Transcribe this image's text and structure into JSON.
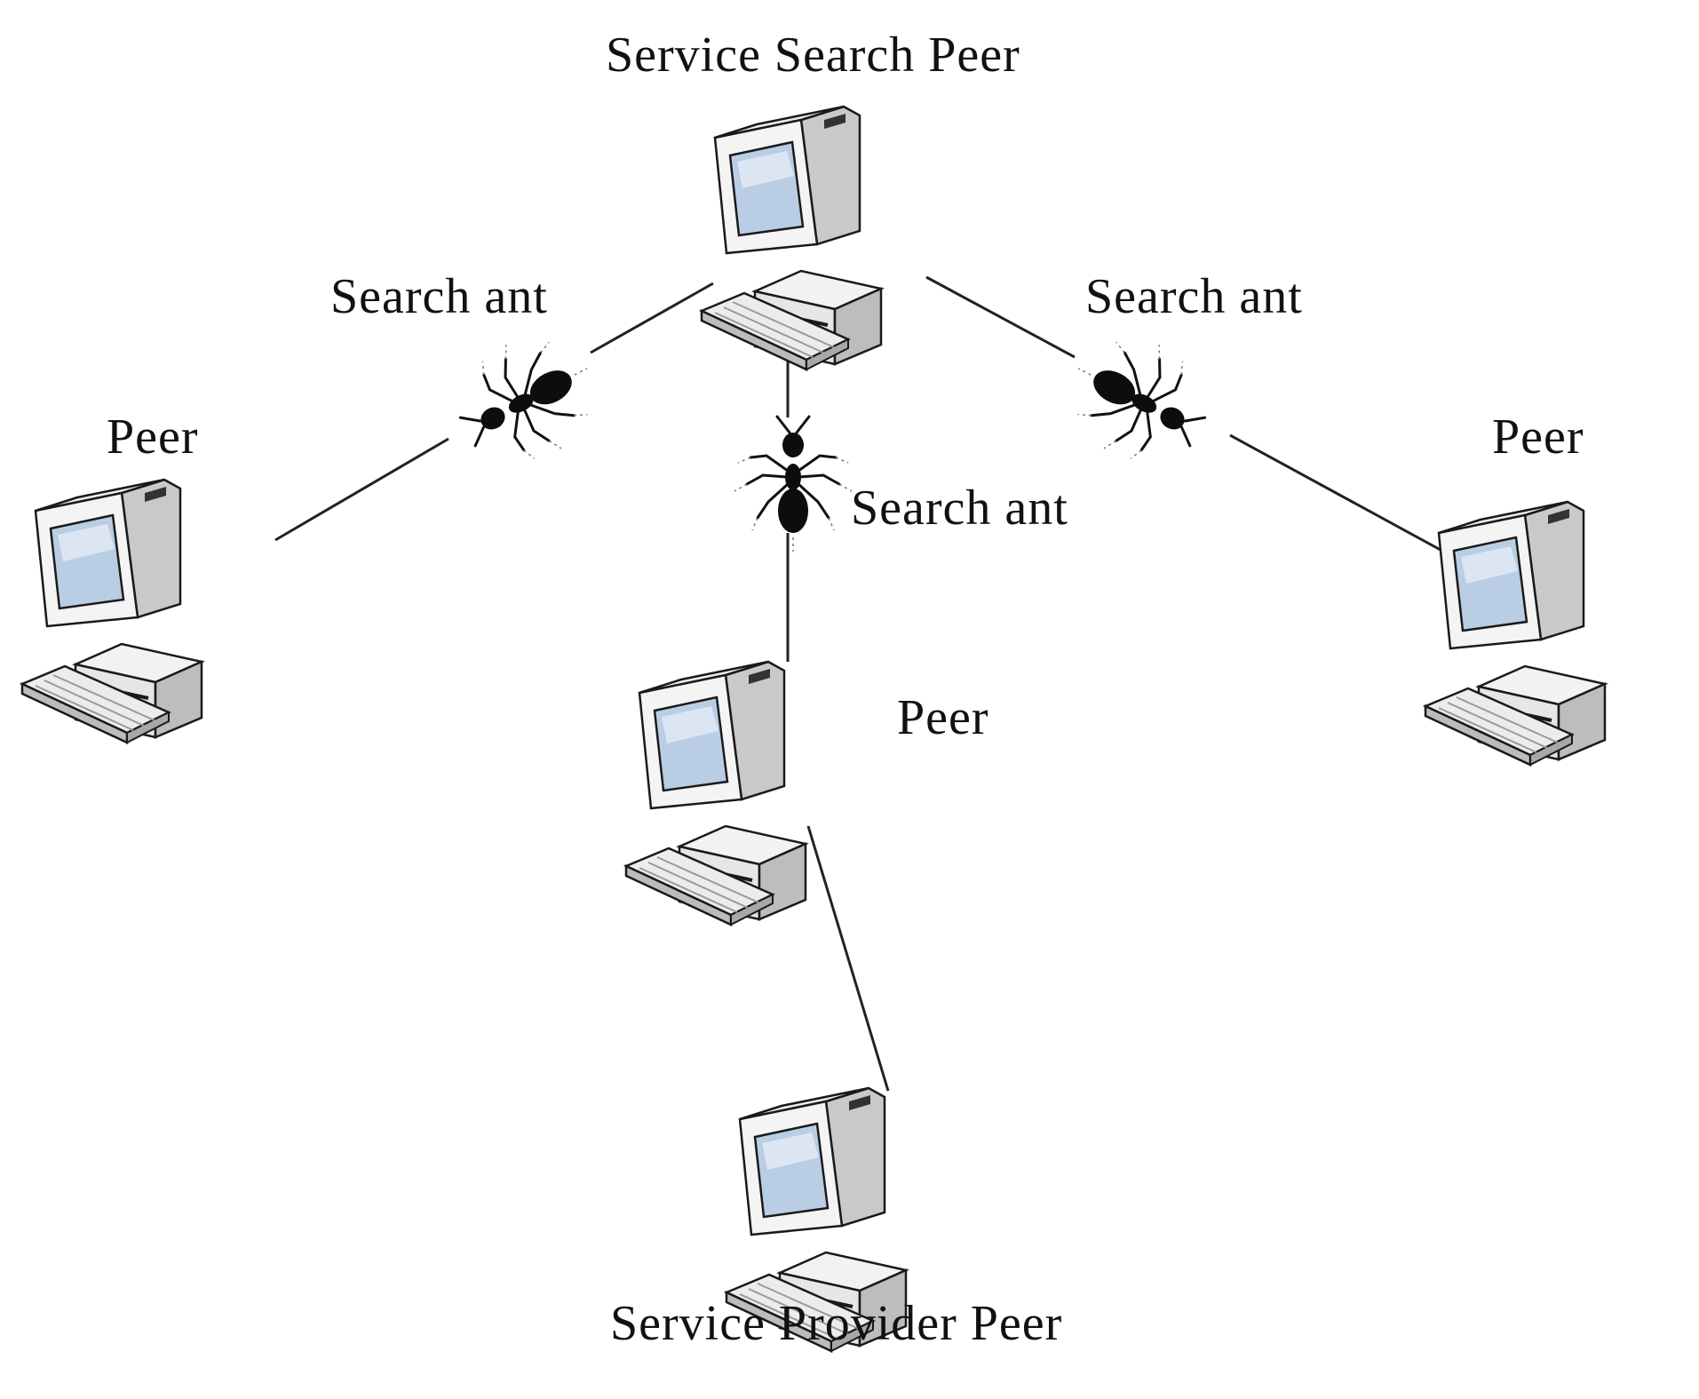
{
  "diagram": {
    "nodes": {
      "search_peer": {
        "label": "Service Search Peer"
      },
      "left_peer": {
        "label": "Peer"
      },
      "right_peer": {
        "label": "Peer"
      },
      "middle_peer": {
        "label": "Peer"
      },
      "provider_peer": {
        "label": "Service Provider Peer"
      }
    },
    "ants": {
      "left": {
        "label": "Search ant"
      },
      "middle": {
        "label": "Search ant"
      },
      "right": {
        "label": "Search ant"
      }
    }
  }
}
